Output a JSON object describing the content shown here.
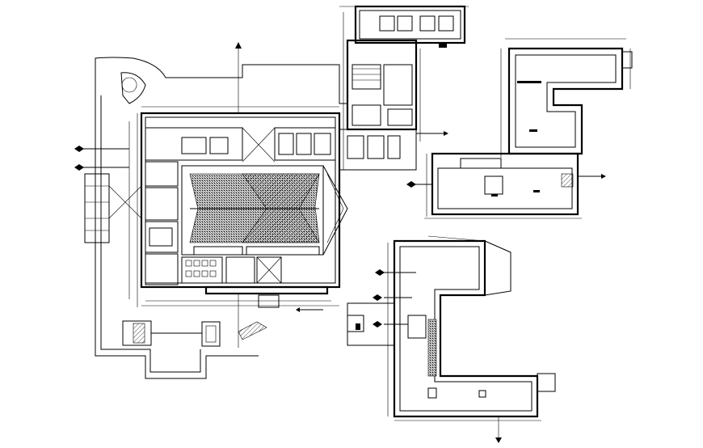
{
  "drawing": {
    "kind": "cad-floor-plan",
    "line_color": "#000000",
    "background": "#ffffff",
    "sheets": [
      "main-floor-plan",
      "upper-right-wing-plan",
      "right-L-plan",
      "lower-right-plan"
    ]
  }
}
